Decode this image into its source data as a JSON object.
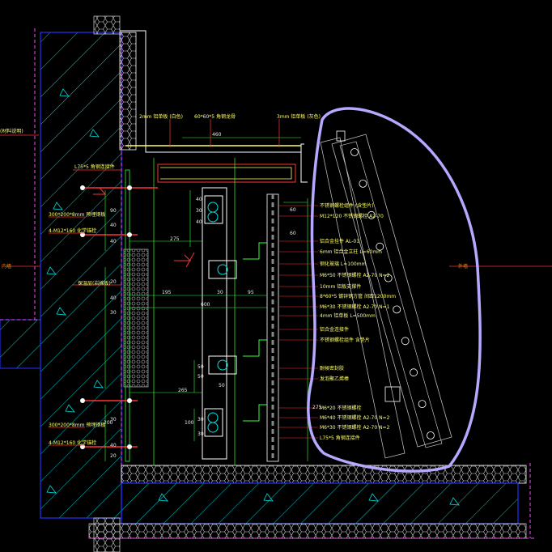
{
  "drawing": {
    "left_callouts": [
      "(材料说明)",
      "L75*5 角钢连接件",
      "300*200*8mm 预埋钢板",
      "4-M12*160 化学锚栓",
      "保温层(岩棉板)",
      "300*200*8mm 预埋钢板",
      "4-M12*160 化学锚栓"
    ],
    "top_callouts": [
      "2mm 铝单板 (白色)",
      "60*60*5 角钢龙骨",
      "3mm 铝单板 (灰色)"
    ],
    "right_callouts": [
      "不锈钢螺栓组件 (含垫片)",
      "M12*120 不锈钢螺栓 A2-70",
      "铝合金挂件 AL-01",
      "6mm 铝合金立柱 L=60mm",
      "钢化玻璃 L=100mm",
      "M6*50 不锈钢螺栓 A2-70 N=2",
      "10mm 铝板支撑件",
      "8*60*5 镀锌钢方管 间距1200mm",
      "M6*30 不锈钢螺栓 A2-70 N=1",
      "4mm 铝单板 L=500mm",
      "铝合金连接件",
      "不锈钢螺栓组件 含垫片",
      "耐候密封胶",
      "发泡聚乙烯棒",
      "M6*20 不锈钢螺栓",
      "M6*40 不锈钢螺栓 A2-70 N=2",
      "M6*30 不锈钢螺栓 A2-70 N=2",
      "L75*5 角钢连接件"
    ],
    "dimensions": [
      "460",
      "60",
      "40",
      "30",
      "40",
      "275",
      "195",
      "600",
      "30",
      "95",
      "90",
      "50",
      "50",
      "265",
      "30",
      "100",
      "30",
      "30",
      "40",
      "40",
      "20",
      "275",
      "200",
      "50",
      "40",
      "30",
      "60",
      "40",
      "20"
    ],
    "side_tags": [
      "内墙",
      "外墙"
    ],
    "annotation_color": "#b4a8ff",
    "line_colors": {
      "wall": "#00e0e0",
      "steel": "#ff3333",
      "frame": "#ffffff",
      "text": "#ffff66",
      "green": "#33ff33",
      "magenta": "#ff44ff"
    }
  }
}
